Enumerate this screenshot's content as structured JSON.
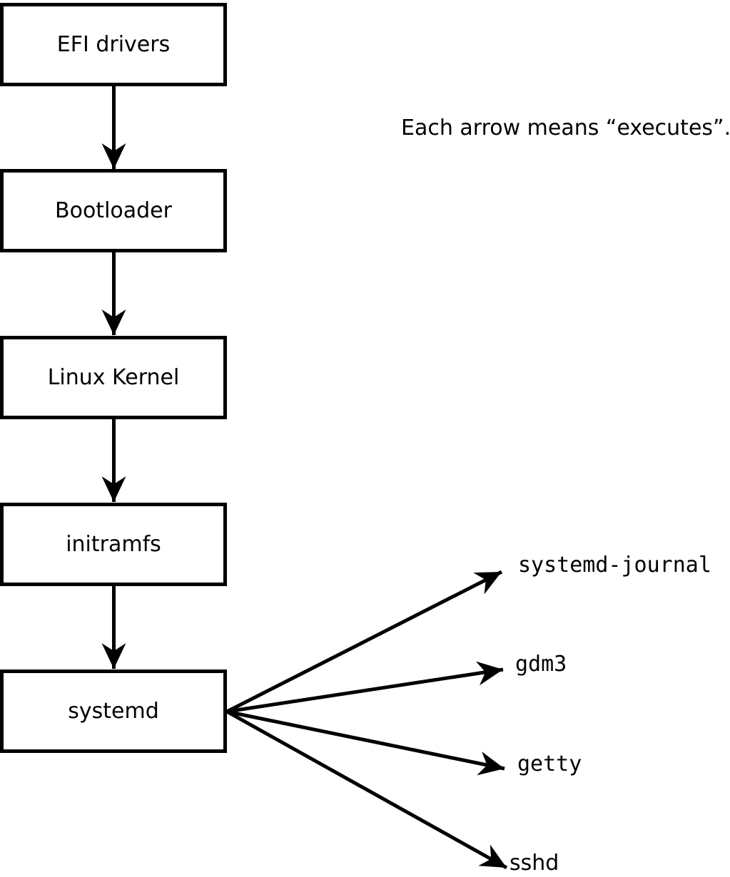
{
  "annotation": "Each arrow means “executes”.",
  "boot_chain": [
    "EFI drivers",
    "Bootloader",
    "Linux Kernel",
    "initramfs",
    "systemd"
  ],
  "spawned_processes": [
    "systemd-journal",
    "gdm3",
    "getty",
    "sshd"
  ],
  "edges": [
    {
      "from": "EFI drivers",
      "to": "Bootloader",
      "meaning": "executes"
    },
    {
      "from": "Bootloader",
      "to": "Linux Kernel",
      "meaning": "executes"
    },
    {
      "from": "Linux Kernel",
      "to": "initramfs",
      "meaning": "executes"
    },
    {
      "from": "initramfs",
      "to": "systemd",
      "meaning": "executes"
    },
    {
      "from": "systemd",
      "to": "systemd-journal",
      "meaning": "executes"
    },
    {
      "from": "systemd",
      "to": "gdm3",
      "meaning": "executes"
    },
    {
      "from": "systemd",
      "to": "getty",
      "meaning": "executes"
    },
    {
      "from": "systemd",
      "to": "sshd",
      "meaning": "executes"
    }
  ],
  "colors": {
    "foreground": "#000000",
    "background": "#ffffff",
    "node_fill": "#ffffff",
    "node_border": "#000000"
  }
}
